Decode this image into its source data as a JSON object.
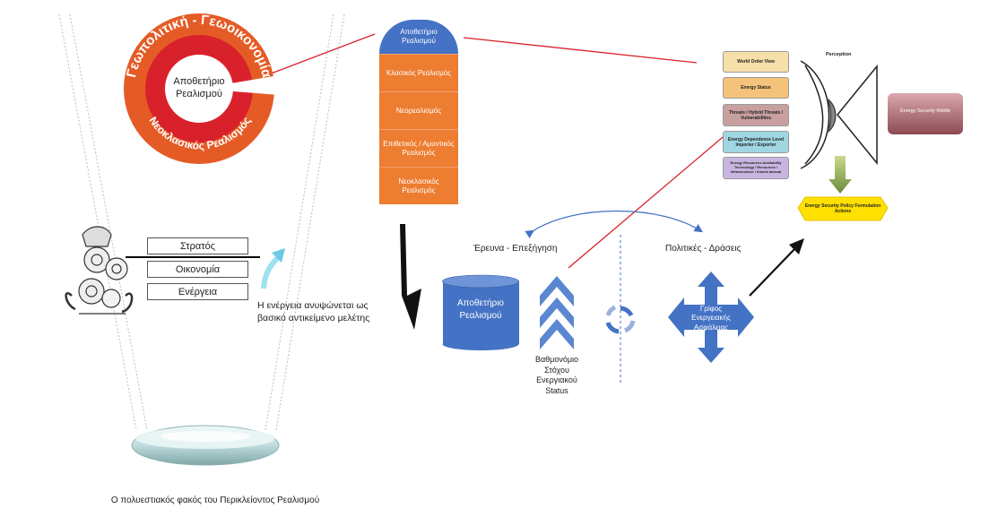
{
  "circle": {
    "outer_top": "Γεωπολιτική - Γεωοικονομία",
    "outer_bottom": "Νεοκλασικός Ρεαλισμός",
    "center": "Αποθετήριο Ρεαλισμού"
  },
  "stack": {
    "top": "Αποθετήριο Ρεαλισμού",
    "items": [
      "Κλασικός Ρεαλισμός",
      "Νεορεαλισμός",
      "Επιθετικός / Αμυντικός Ρεαλισμός",
      "Νεοκλασικός Ρεαλισμός"
    ]
  },
  "left_boxes": [
    "Στρατός",
    "Οικονομία",
    "Ενέργεια"
  ],
  "energy_note": "Η ενέργεια ανυψώνεται ως βασικό αντικείμενο μελέτης",
  "lens_caption": "Ο πολυεστιακός φακός του Περικλείοντος Ρεαλισμού",
  "research_label": "Έρευνα - Επεξήγηση",
  "policy_label": "Πολιτικές - Δράσεις",
  "cylinder_label": "Αποθετήριο Ρεαλισμού",
  "chevron_caption": "Βαθμονόμιο Στόχου Ενεργιακού Status",
  "riddle_cross": "Γρίφος Ενεργειακής Ασφάλειας",
  "panel": {
    "perception": "Perception",
    "boxes": [
      {
        "label": "World Order View",
        "color": "#f6dfa8"
      },
      {
        "label": "Energy Status",
        "color": "#f4c27a"
      },
      {
        "label": "Threats / Hybrid Threats / Vulnerabilities",
        "color": "#c9a0a0"
      },
      {
        "label": "Energy Dependence Level Importer / Exporter",
        "color": "#9fd6e2"
      },
      {
        "label": "Energy Resources Availability Technology / Recources / Infrastructure / Assets abroad",
        "color": "#c9b6e0"
      }
    ],
    "riddle": "Energy Security Riddle",
    "policy": "Energy Security Policy Formulation Actions"
  },
  "colors": {
    "blue": "#4472c4",
    "orange": "#ed7d31",
    "red": "#d9212b",
    "riddle": "#a9616a",
    "policy": "#ffe000"
  }
}
